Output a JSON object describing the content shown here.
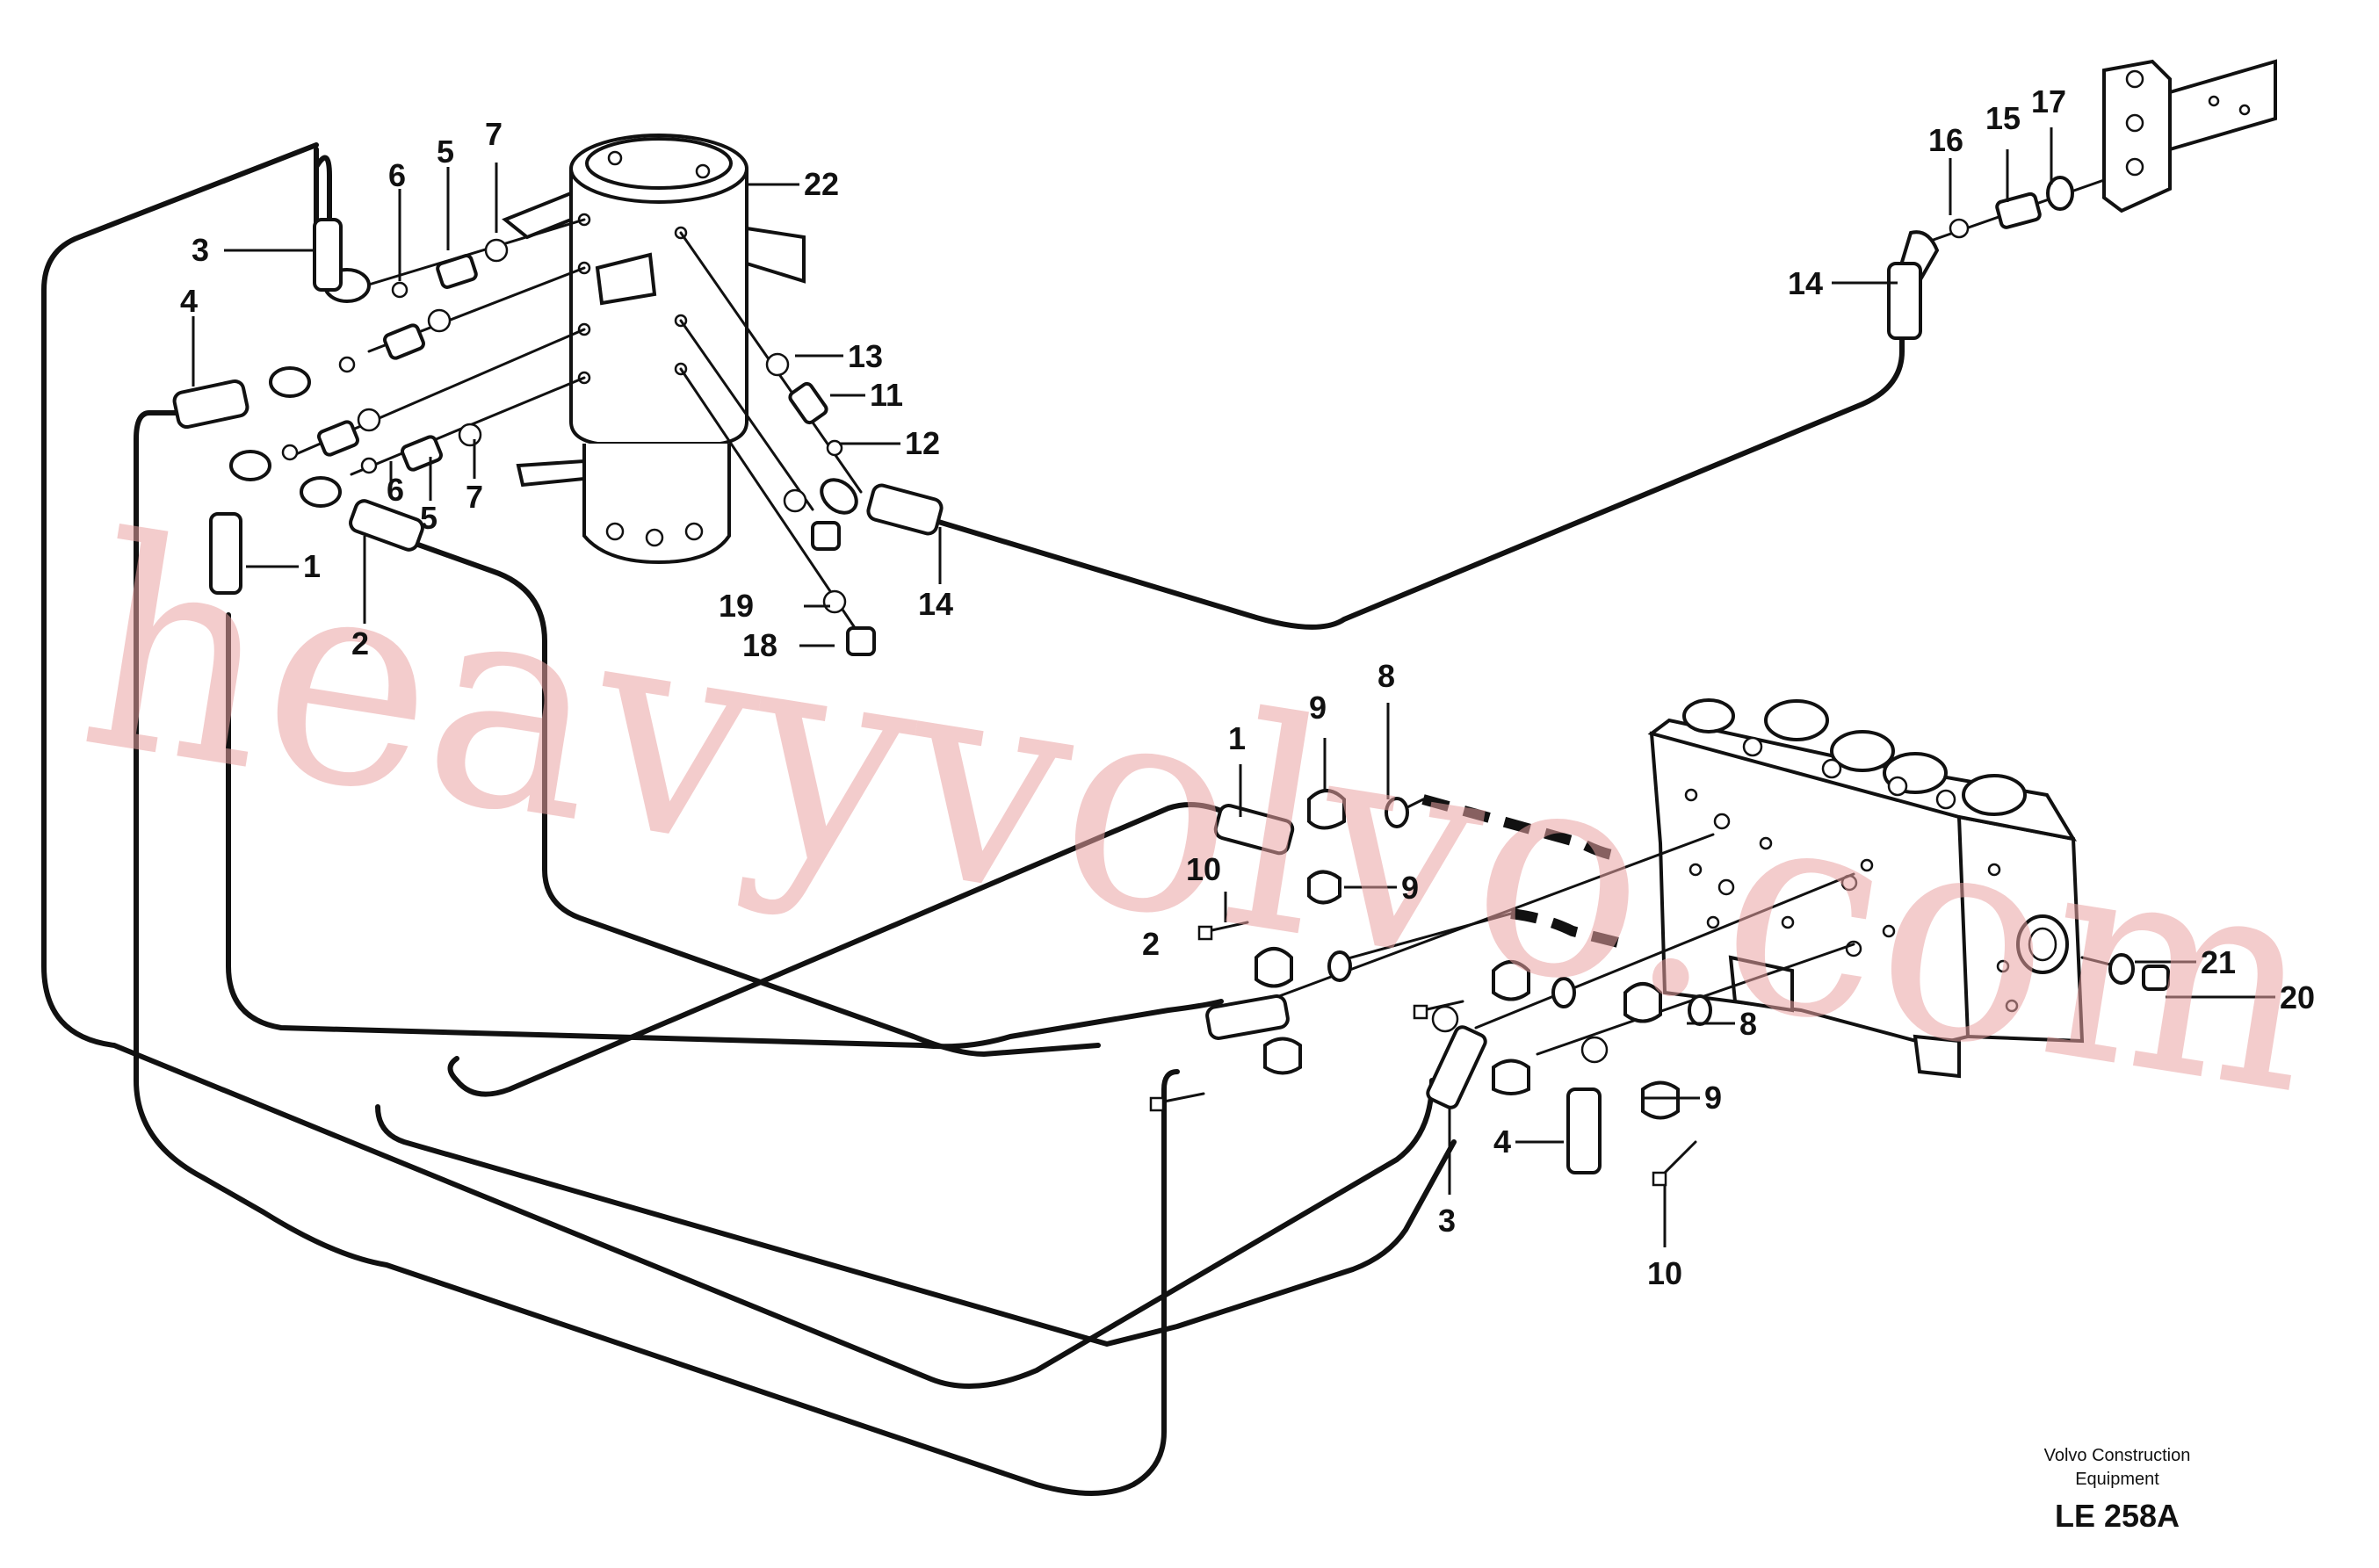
{
  "diagram": {
    "labels": [
      "22",
      "7",
      "5",
      "6",
      "3",
      "4",
      "13",
      "11",
      "12",
      "6",
      "5",
      "7",
      "1",
      "2",
      "14",
      "19",
      "18",
      "16",
      "15",
      "17",
      "14",
      "9",
      "8",
      "1",
      "10",
      "9",
      "2",
      "21",
      "20",
      "8",
      "9",
      "4",
      "3",
      "10"
    ],
    "watermark": "heavyvolvo.com",
    "publisher_line1": "Volvo Construction",
    "publisher_line2": "Equipment",
    "figure_code": "LE 258A"
  },
  "colors": {
    "line": "#111111",
    "watermark": "#e9a3a3",
    "background": "#ffffff"
  }
}
